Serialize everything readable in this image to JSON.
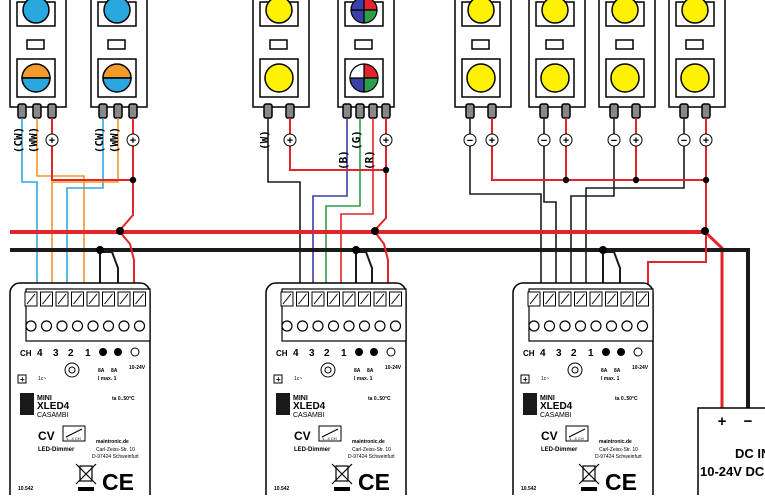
{
  "colors": {
    "warm_white_wire": "#f0962a",
    "cold_white_wire": "#2ea8e0",
    "red_wire": "#e3242b",
    "green_wire": "#2c9e4a",
    "blue_wire": "#3a3faa",
    "neutral_wire": "#1a1a1a",
    "led_yellow": "#fff200",
    "led_orange": "#f39a2b",
    "led_blue": "#29a8e0"
  },
  "strips": {
    "cw_label": "(CW)",
    "ww_label": "(WW)",
    "w_label": "(W)",
    "b_label": "(B)",
    "g_label": "(G)",
    "r_label": "(R)",
    "plus": "+",
    "minus": "−"
  },
  "dimmer": {
    "brand_top": "MINI",
    "brand_main": "XLED4",
    "brand_sub": "CASAMBI",
    "ch_label": "CH",
    "ch4": "4",
    "ch3": "3",
    "ch2": "2",
    "ch1": "1",
    "voltage": "10-24V",
    "current": "8A",
    "current_max": "I max. 1",
    "tc": "1c~",
    "temp": "ta 0..50°C",
    "cv": "CV",
    "cv_box": "1...4 CH",
    "type": "LED-Dimmer",
    "maker": "maintronic.de",
    "street": "Carl-Zeiss-Str. 10",
    "city": "D-97424 Schweinfurt",
    "part_no": "10.542",
    "ce": "CE"
  },
  "psu": {
    "plus": "+",
    "minus": "−",
    "label_line1": "DC IN",
    "label_line2": "10-24V DC"
  }
}
